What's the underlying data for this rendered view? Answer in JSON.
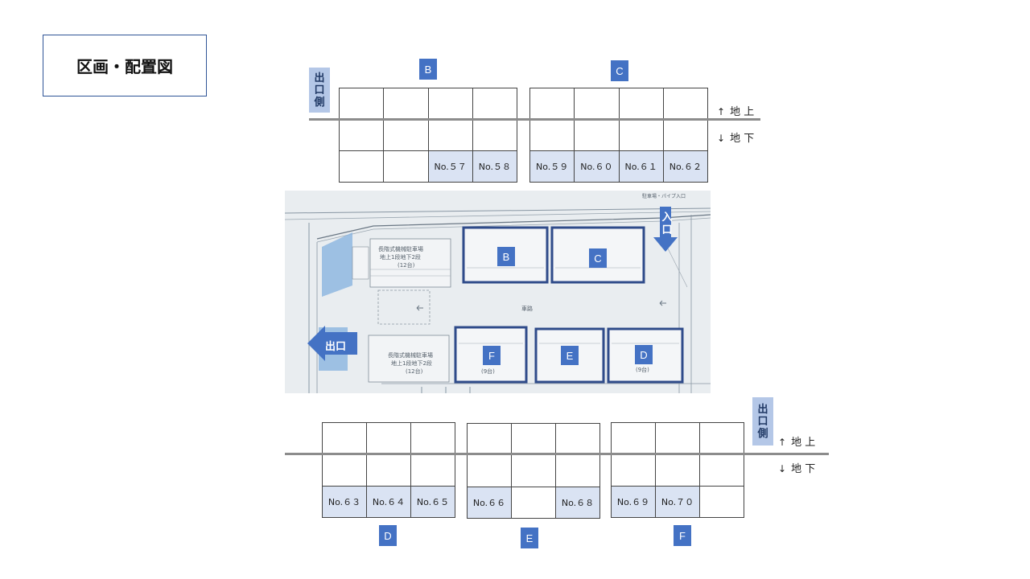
{
  "title": "区画・配置図",
  "labels": {
    "exit_side": [
      "出",
      "口",
      "側"
    ],
    "level_up": "地 上",
    "level_down": "地 下",
    "arrow_up": "↑",
    "arrow_down": "↓"
  },
  "sections_top": [
    {
      "tag": "B",
      "cells": [
        "",
        "",
        "",
        "",
        "",
        "",
        "",
        "",
        "",
        "",
        "No.５７",
        "No.５８"
      ]
    },
    {
      "tag": "C",
      "cells": [
        "",
        "",
        "",
        "",
        "",
        "",
        "",
        "",
        "No.５９",
        "No.６０",
        "No.６１",
        "No.６２"
      ]
    }
  ],
  "sections_bottom": [
    {
      "tag": "D",
      "cells": [
        "",
        "",
        "",
        "",
        "",
        "",
        "No.６３",
        "No.６４",
        "No.６５"
      ]
    },
    {
      "tag": "E",
      "cells": [
        "",
        "",
        "",
        "",
        "",
        "",
        "No.６６",
        "",
        "No.６８"
      ]
    },
    {
      "tag": "F",
      "cells": [
        "",
        "",
        "",
        "",
        "",
        "",
        "No.６９",
        "No.７０",
        ""
      ]
    }
  ],
  "map": {
    "entrance": "入口",
    "exit": "出口",
    "area_tags": [
      "B",
      "C",
      "F",
      "E",
      "D"
    ],
    "building_text_1": "長階式機械駐車場",
    "building_text_2": "地上1段地下2段",
    "building_text_3": "(12台)",
    "building_text_4": "(9台)",
    "road_text": "車路",
    "sign_text": "駐車場・パイプ入口"
  },
  "colors": {
    "tag_blue": "#4472c4",
    "frame_navy": "#2f4b8a",
    "cell_fill": "#dae3f3",
    "exit_side_fill": "#b4c7e7"
  }
}
